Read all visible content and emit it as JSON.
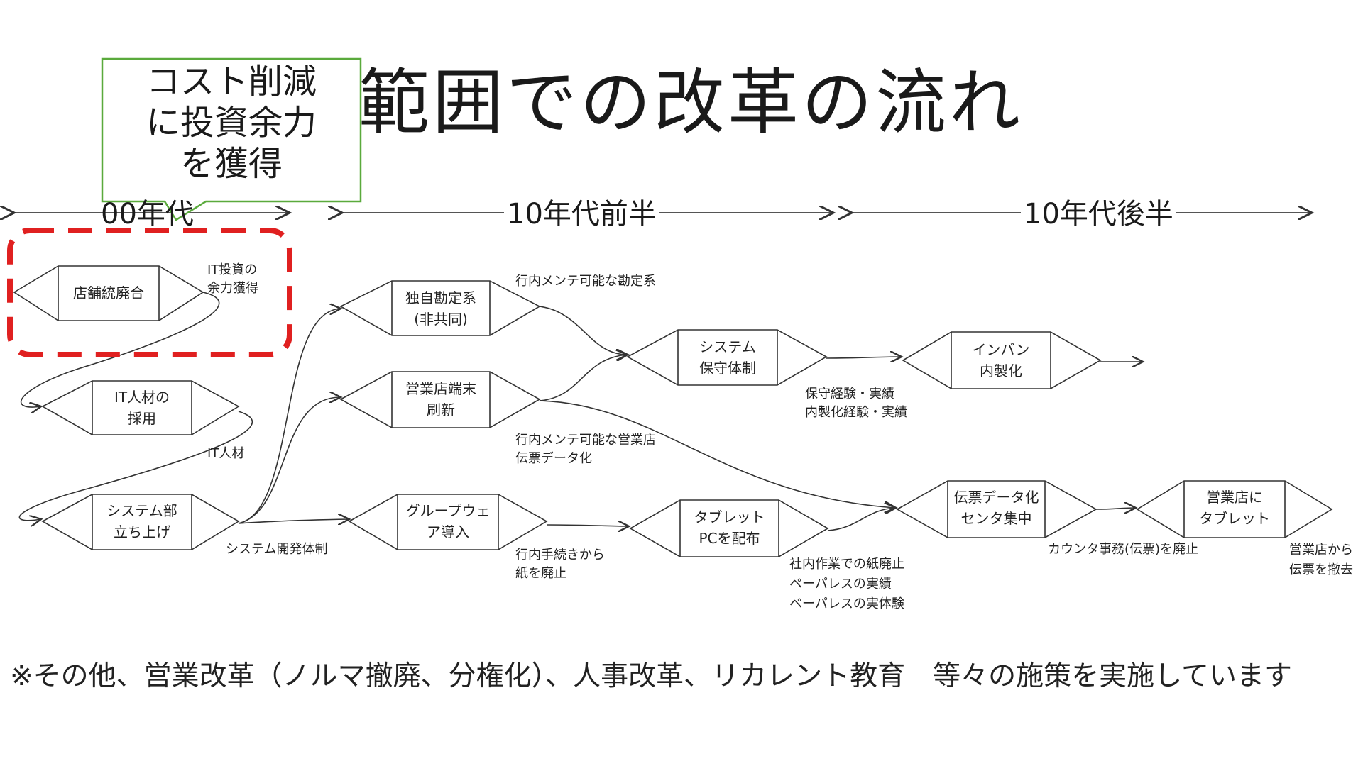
{
  "slide": {
    "title": "範囲での改革の流れ",
    "callout": [
      "コスト削減",
      "に投資余力",
      "を獲得"
    ],
    "eras": [
      "00年代",
      "10年代前半",
      "10年代後半"
    ],
    "footnote": "※その他、営業改革（ノルマ撤廃、分権化）、人事改革、リカレント教育　等々の施策を実施しています"
  },
  "nodes": [
    {
      "id": "store",
      "lines": [
        "店舗統廃合"
      ]
    },
    {
      "id": "it-hr",
      "lines": [
        "IT人材の",
        "採用"
      ]
    },
    {
      "id": "sysdept",
      "lines": [
        "システム部",
        "立ち上げ"
      ]
    },
    {
      "id": "core",
      "lines": [
        "独自勘定系",
        "(非共同)"
      ]
    },
    {
      "id": "terminal",
      "lines": [
        "営業店端末",
        "刷新"
      ]
    },
    {
      "id": "groupware",
      "lines": [
        "グループウェ",
        "ア導入"
      ]
    },
    {
      "id": "maint",
      "lines": [
        "システム",
        "保守体制"
      ]
    },
    {
      "id": "tablet-pc",
      "lines": [
        "タブレット",
        "PCを配布"
      ]
    },
    {
      "id": "inban",
      "lines": [
        "インバン",
        "内製化"
      ]
    },
    {
      "id": "slip-center",
      "lines": [
        "伝票データ化",
        "センタ集中"
      ]
    },
    {
      "id": "tablet-store",
      "lines": [
        "営業店に",
        "タブレット"
      ]
    }
  ],
  "edge_labels": [
    {
      "id": "it-capacity",
      "lines": [
        "IT投資の",
        "余力獲得"
      ]
    },
    {
      "id": "it-talent",
      "lines": [
        "IT人材"
      ]
    },
    {
      "id": "dev-structure",
      "lines": [
        "システム開発体制"
      ]
    },
    {
      "id": "core-maint",
      "lines": [
        "行内メンテ可能な勘定系"
      ]
    },
    {
      "id": "terminal-maint",
      "lines": [
        "行内メンテ可能な営業店",
        "伝票データ化"
      ]
    },
    {
      "id": "paper-abolish",
      "lines": [
        "行内手続きから",
        "紙を廃止"
      ]
    },
    {
      "id": "maint-exp",
      "lines": [
        "保守経験・実績",
        "内製化経験・実績"
      ]
    },
    {
      "id": "paperless",
      "lines": [
        "社内作業での紙廃止",
        "ペーパレスの実績",
        "ペーパレスの実体験"
      ]
    },
    {
      "id": "counter",
      "lines": [
        "カウンタ事務(伝票)を廃止"
      ]
    },
    {
      "id": "store-slip",
      "lines": [
        "営業店から",
        "伝票を撤去"
      ]
    }
  ],
  "colors": {
    "highlight": "#e02020",
    "callout_border": "#5aaa3c",
    "line": "#333333"
  }
}
